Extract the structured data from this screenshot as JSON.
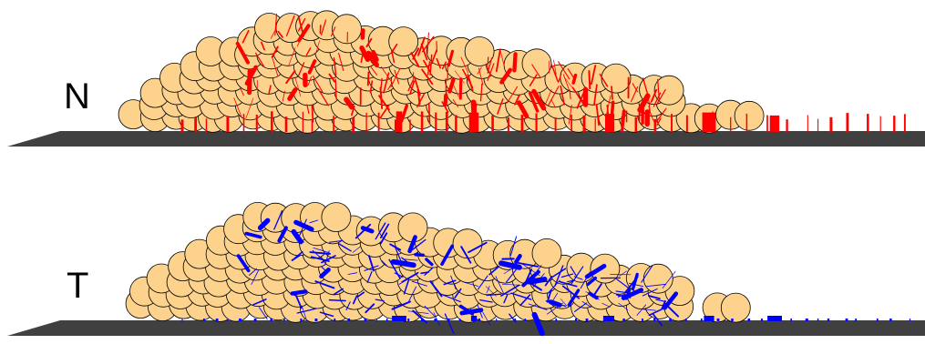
{
  "panels": [
    {
      "id": "n",
      "label": "N",
      "force_color": "#ff0000",
      "force_style": "normal"
    },
    {
      "id": "t",
      "label": "T",
      "force_color": "#0000ff",
      "force_style": "tangential"
    }
  ],
  "particle_fill": "#fcd28c",
  "particle_stroke": "#000000",
  "floor_color": "#404040"
}
